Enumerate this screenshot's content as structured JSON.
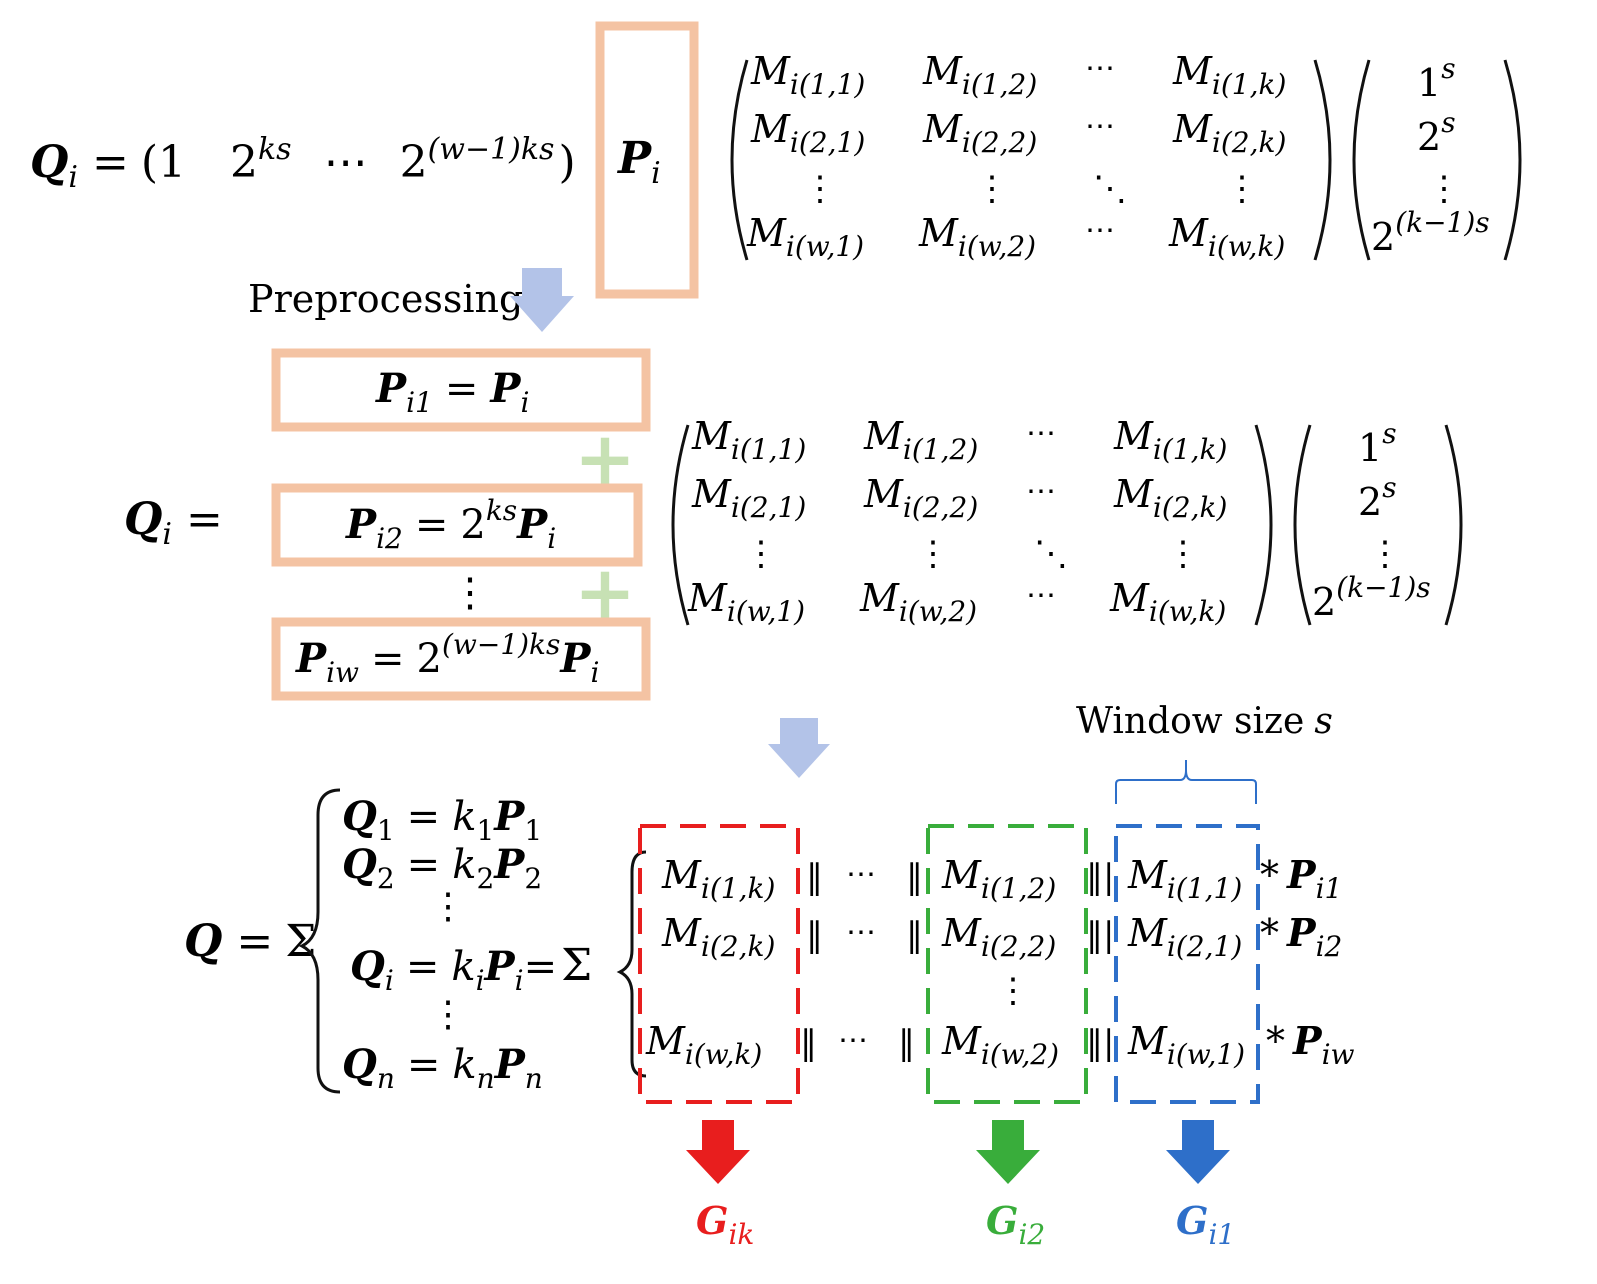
{
  "colors": {
    "orange_box": "#f4c3a3",
    "blue_arrow": "#b3c3e8",
    "green_plus": "#c7e1b4",
    "red": "#e81e1e",
    "green": "#39ad3b",
    "blue": "#2e6fc9"
  },
  "symbols": {
    "Q": "Q",
    "P": "P",
    "M": "M",
    "G": "G",
    "k": "k",
    "i": "i",
    "n": "n",
    "w": "w",
    "one": "1",
    "two": "2",
    "eq": "=",
    "sigma": "Σ",
    "dots_h": "⋯",
    "dots_v": "⋮",
    "dots_d": "⋱",
    "concat": "‖",
    "concat3": "‖|",
    "star": "*",
    "plus": "+",
    "s": "s"
  },
  "sub": {
    "i": "i",
    "i1": "i1",
    "i2": "i2",
    "iw": "iw",
    "ik": "ik",
    "one": "1",
    "two": "2",
    "n": "n",
    "m11": "i(1,1)",
    "m12": "i(1,2)",
    "m1k": "i(1,k)",
    "m21": "i(2,1)",
    "m22": "i(2,2)",
    "m2k": "i(2,k)",
    "mw1": "i(w,1)",
    "mw2": "i(w,2)",
    "mwk": "i(w,k)"
  },
  "sup": {
    "ks": "ks",
    "wks": "(w−1)ks",
    "s": "s",
    "ks_s": "(k−1)s"
  },
  "text": {
    "lparen_one": "(1",
    "rparen": ")",
    "preprocessing": "Preprocessing",
    "window_size": "Window size"
  }
}
